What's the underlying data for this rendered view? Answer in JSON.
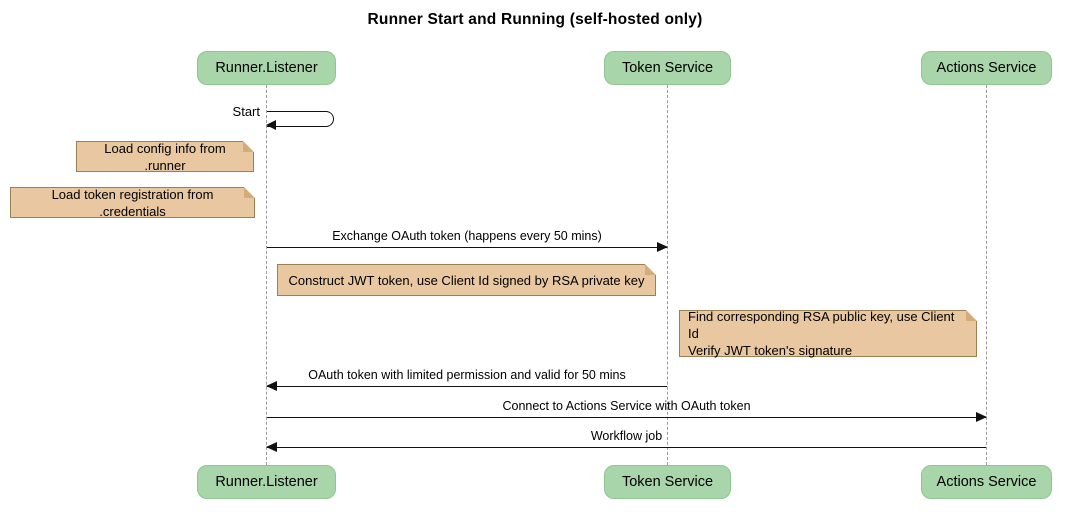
{
  "title": "Runner Start and Running (self-hosted only)",
  "actors": [
    {
      "name": "Runner.Listener"
    },
    {
      "name": "Token Service"
    },
    {
      "name": "Actions Service"
    }
  ],
  "messages": [
    {
      "label": "Start",
      "from": "Runner.Listener",
      "to": "Runner.Listener",
      "kind": "self"
    },
    {
      "label": "Exchange OAuth token (happens every 50 mins)",
      "from": "Runner.Listener",
      "to": "Token Service",
      "kind": "solid-arrow"
    },
    {
      "label": "OAuth token with limited permission and valid for 50 mins",
      "from": "Token Service",
      "to": "Runner.Listener",
      "kind": "solid-arrow"
    },
    {
      "label": "Connect to Actions Service with OAuth token",
      "from": "Runner.Listener",
      "to": "Actions Service",
      "kind": "solid-arrow"
    },
    {
      "label": "Workflow job",
      "from": "Actions Service",
      "to": "Runner.Listener",
      "kind": "solid-arrow"
    }
  ],
  "notes": [
    {
      "lines": [
        "Load config info from .runner"
      ],
      "position": "left of Runner.Listener"
    },
    {
      "lines": [
        "Load token registration from .credentials"
      ],
      "position": "left of Runner.Listener"
    },
    {
      "lines": [
        "Construct JWT token, use Client Id signed by RSA private key"
      ],
      "position": "right of Runner.Listener"
    },
    {
      "lines": [
        "Find corresponding RSA public key, use Client Id",
        "Verify JWT token's signature"
      ],
      "position": "left of Actions Service"
    }
  ],
  "colors": {
    "background": "#ffffff",
    "actor_fill": "#a8d5a9",
    "actor_border": "#8fc591",
    "note_fill": "#e9c8a1",
    "note_border": "#9b8052",
    "note_fold": "#d3ac79",
    "lifeline": "#999999",
    "message_line": "#111111"
  }
}
